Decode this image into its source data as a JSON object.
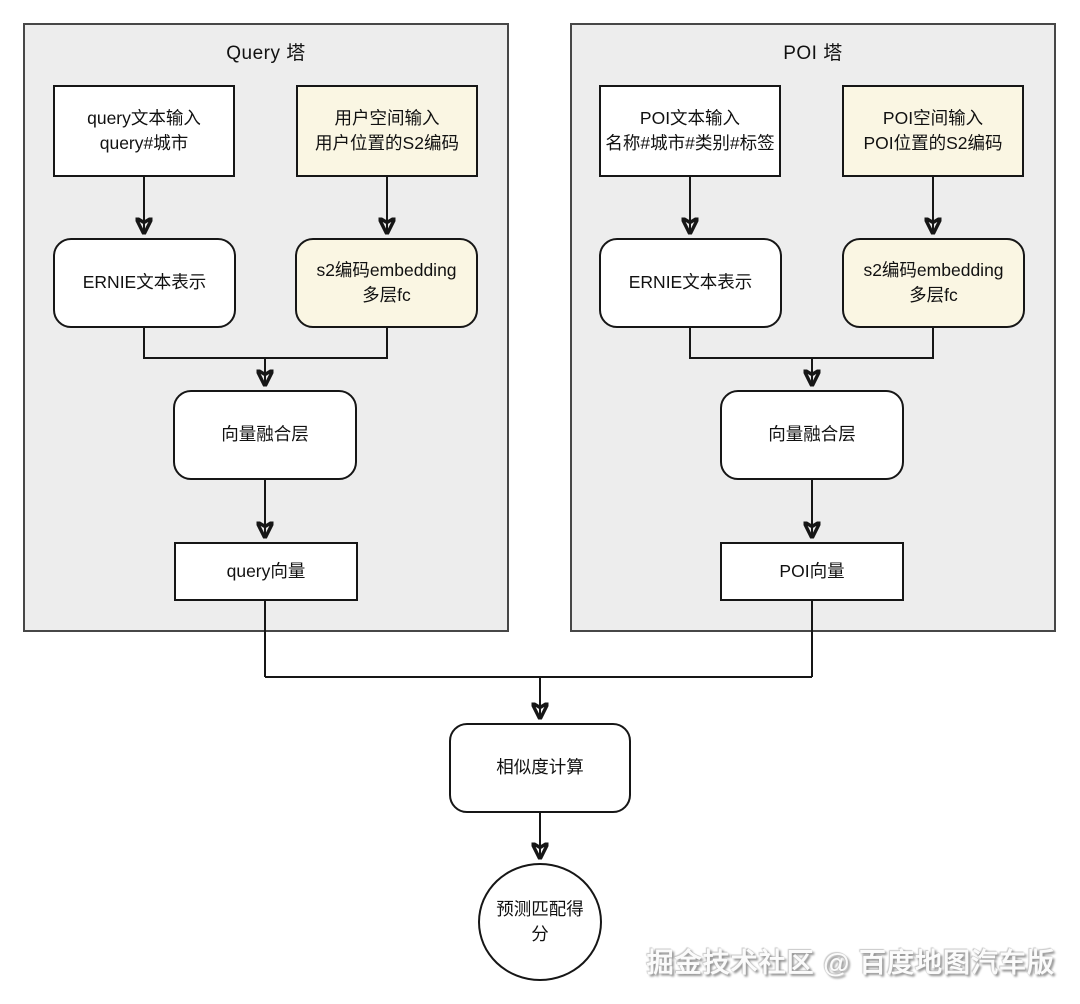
{
  "diagram": {
    "towers": [
      {
        "title": "Query 塔",
        "text_input": "query文本输入\nquery#城市",
        "spatial_input": "用户空间输入\n用户位置的S2编码",
        "text_encoder": "ERNIE文本表示",
        "spatial_encoder": "s2编码embedding\n多层fc",
        "fusion": "向量融合层",
        "output": "query向量"
      },
      {
        "title": "POI 塔",
        "text_input": "POI文本输入\n名称#城市#类别#标签",
        "spatial_input": "POI空间输入\nPOI位置的S2编码",
        "text_encoder": "ERNIE文本表示",
        "spatial_encoder": "s2编码embedding\n多层fc",
        "fusion": "向量融合层",
        "output": "POI向量"
      }
    ],
    "similarity": "相似度计算",
    "score": "预测匹配得分"
  },
  "watermark": {
    "text": "掘金技术社区 @ 百度地图汽车版"
  },
  "colors": {
    "tower_fill": "#ededed",
    "tower_border": "#474747",
    "box_white": "#ffffff",
    "box_cream": "#faf6e3",
    "line": "#161616",
    "watermark": "#fbfbfb"
  }
}
